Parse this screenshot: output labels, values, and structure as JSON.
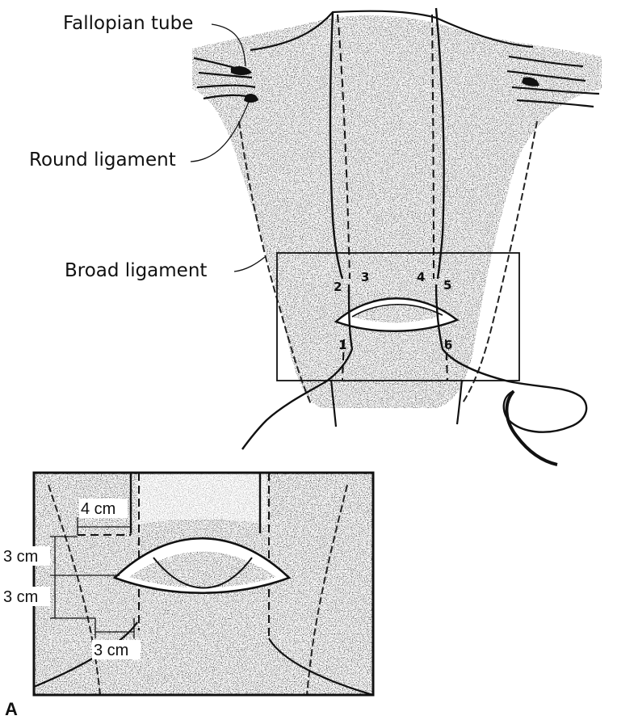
{
  "labels": {
    "fallopian_tube": "Fallopian tube",
    "round_ligament": "Round ligament",
    "broad_ligament": "Broad ligament"
  },
  "stitch_numbers": [
    "1",
    "2",
    "3",
    "4",
    "5",
    "6"
  ],
  "inset_dimensions": {
    "top_width": "4 cm",
    "upper_height": "3 cm",
    "lower_height": "3 cm",
    "bottom_width": "3 cm"
  },
  "figure_label": "A"
}
